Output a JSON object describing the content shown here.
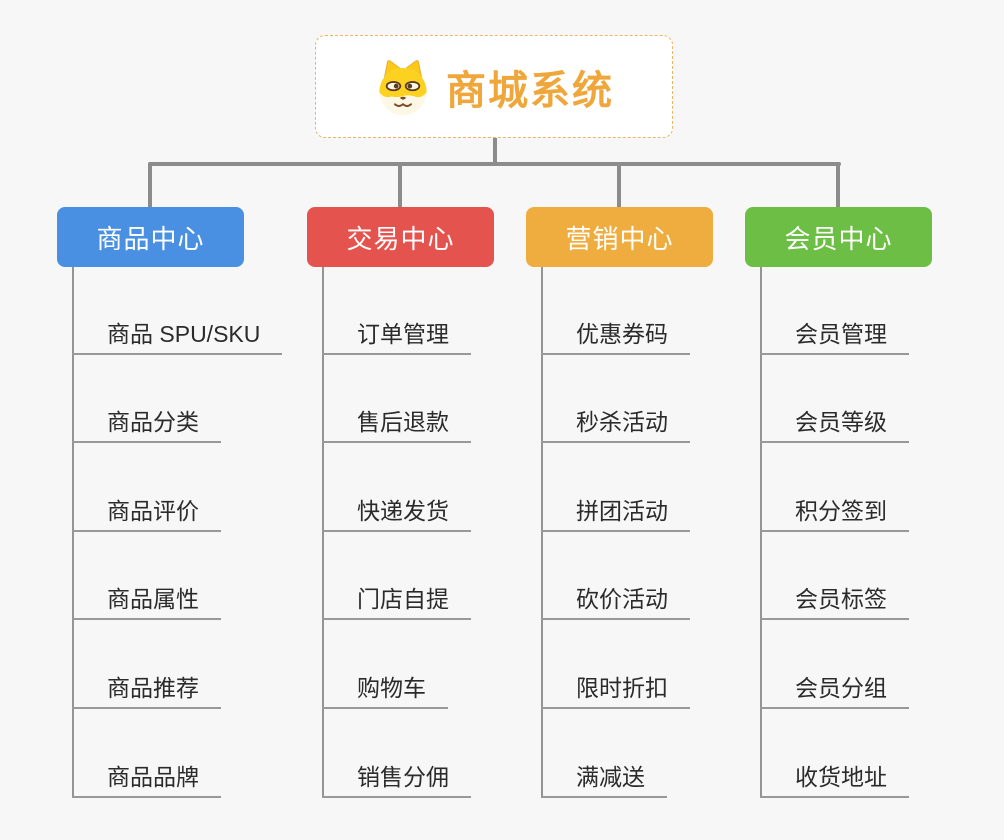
{
  "page": {
    "background_color": "#f7f7f7",
    "connector_color": "#8c8c8c",
    "underline_color": "#999999",
    "item_text_color": "#2b2b2b"
  },
  "root": {
    "title": "商城系统",
    "icon": "shiba-dog-face-icon",
    "text_color": "#efa73c",
    "border_color": "#efb363",
    "background_color": "#ffffff"
  },
  "branches": [
    {
      "label": "商品中心",
      "color": "#4a90e2",
      "items": [
        "商品 SPU/SKU",
        "商品分类",
        "商品评价",
        "商品属性",
        "商品推荐",
        "商品品牌"
      ]
    },
    {
      "label": "交易中心",
      "color": "#e5534f",
      "items": [
        "订单管理",
        "售后退款",
        "快递发货",
        "门店自提",
        "购物车",
        "销售分佣"
      ]
    },
    {
      "label": "营销中心",
      "color": "#efad3f",
      "items": [
        "优惠券码",
        "秒杀活动",
        "拼团活动",
        "砍价活动",
        "限时折扣",
        "满减送"
      ]
    },
    {
      "label": "会员中心",
      "color": "#6dbe44",
      "items": [
        "会员管理",
        "会员等级",
        "积分签到",
        "会员标签",
        "会员分组",
        "收货地址"
      ]
    }
  ]
}
